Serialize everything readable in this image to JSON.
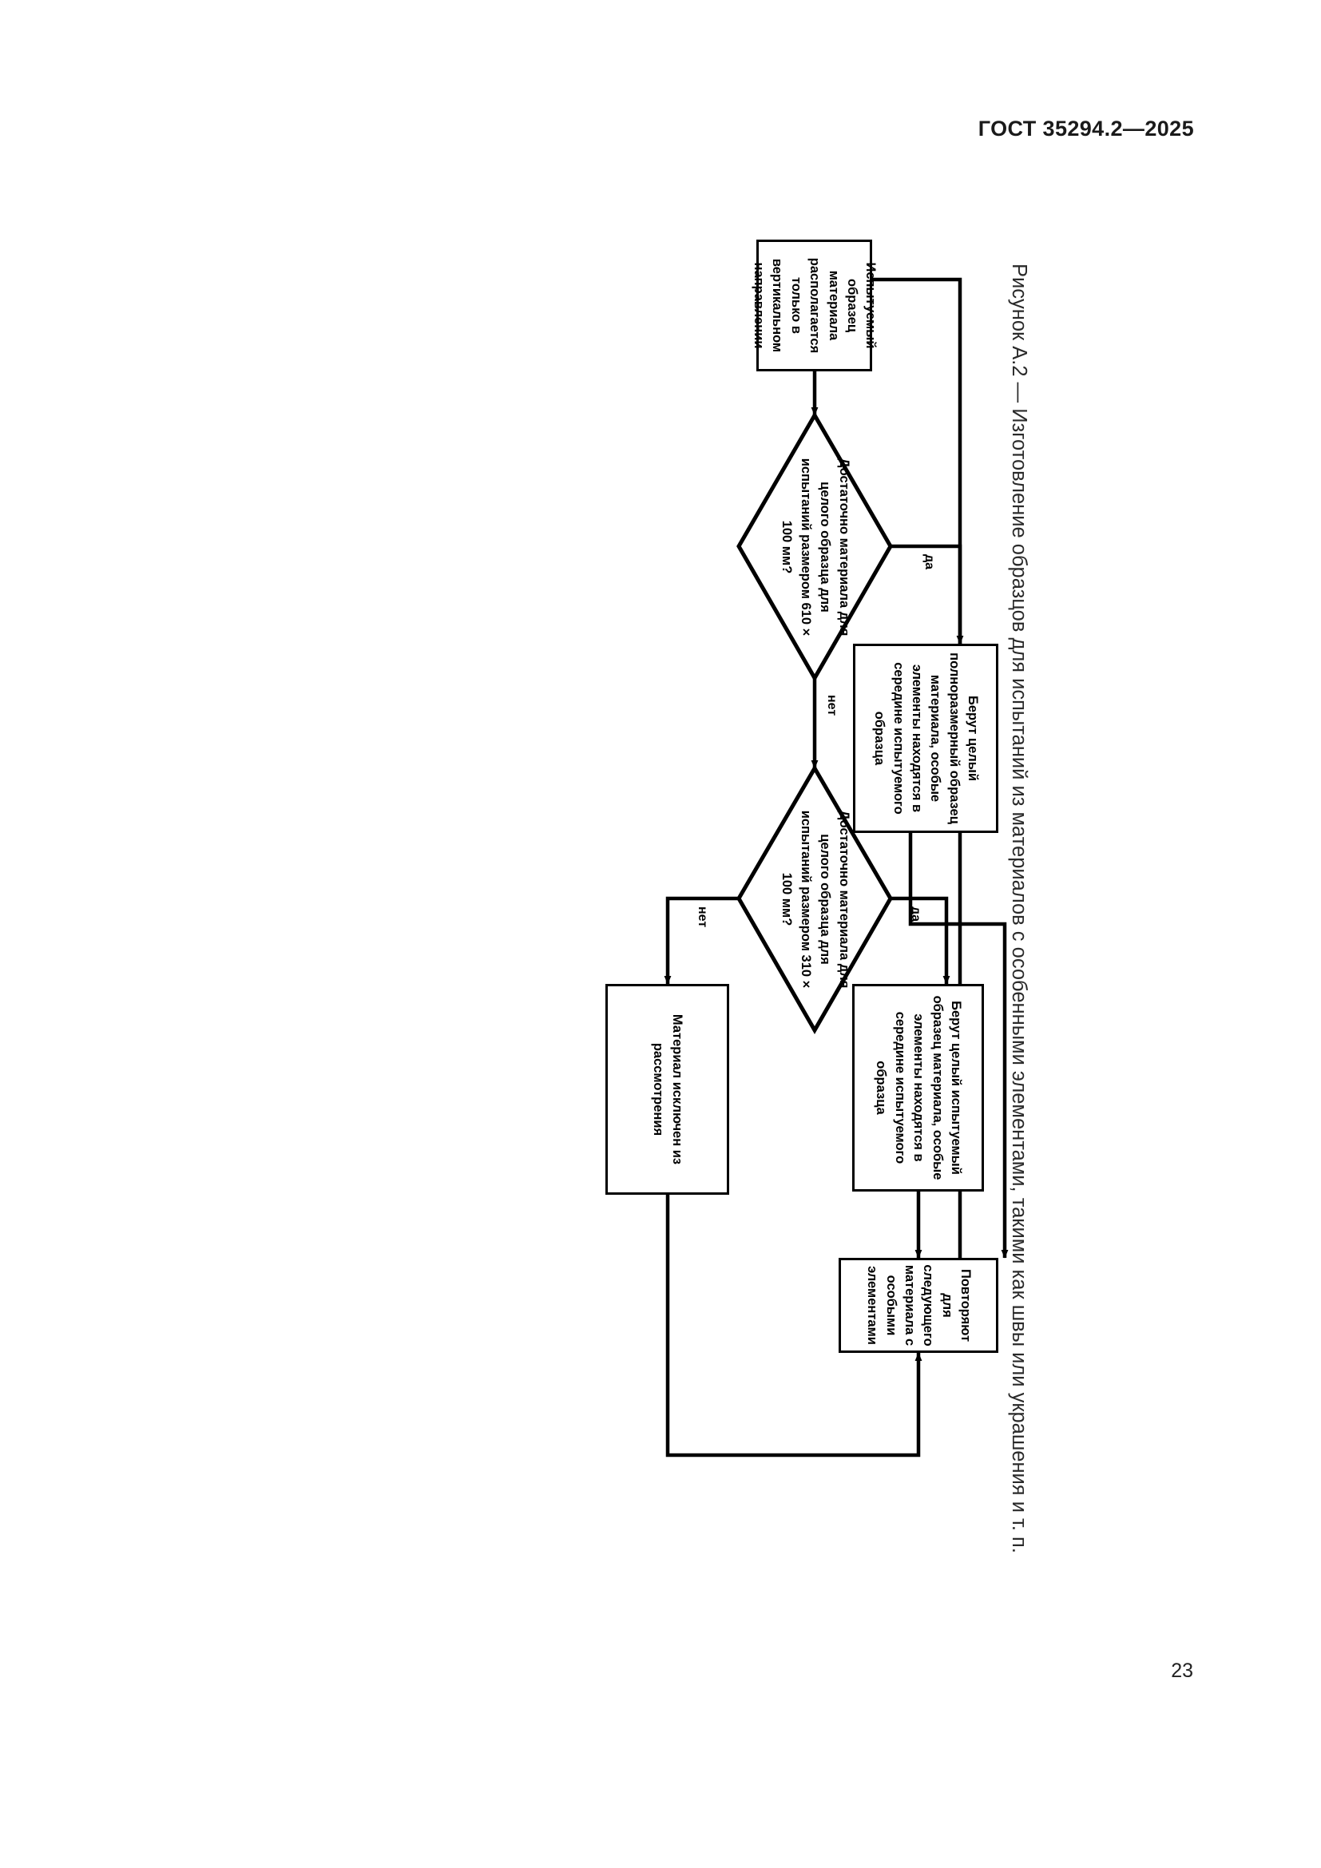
{
  "document": {
    "standard_header": "ГОСТ 35294.2—2025",
    "page_number": "23",
    "figure_caption": "Рисунок А.2 — Изготовление образцов для испытаний из материалов с особенными элементами, такими как швы или украшения и т. п."
  },
  "chart_data": {
    "type": "diagram",
    "title": "Рисунок А.2 — Изготовление образцов для испытаний из материалов с особенными элементами, такими как швы или украшения и т. п.",
    "orientation": "rotated-90-landscape-on-portrait-page",
    "nodes": [
      {
        "id": "start",
        "shape": "rectangle",
        "text": "Испытуемый образец материала располагается только в вертикальном направлении"
      },
      {
        "id": "d610",
        "shape": "diamond",
        "text": "Достаточно материала для целого образца для испытаний размером 610 × 100 мм?"
      },
      {
        "id": "full610",
        "shape": "rectangle",
        "text": "Берут целый полноразмерный образец материала, особые элементы находятся в середине испытуемого образца"
      },
      {
        "id": "d310",
        "shape": "diamond",
        "text": "Достаточно материала для целого образца для испытаний размером 310 × 100 мм?"
      },
      {
        "id": "full310",
        "shape": "rectangle",
        "text": "Берут целый испытуемый образец материала, особые элементы находятся в середине испытуемого образца"
      },
      {
        "id": "excluded",
        "shape": "rectangle",
        "text": "Материал исключен из рассмотрения"
      },
      {
        "id": "repeat",
        "shape": "rectangle",
        "text": "Повторяют для следующего материала с особыми элементами"
      }
    ],
    "edges": [
      {
        "from": "start",
        "to": "d610",
        "label": ""
      },
      {
        "from": "d610",
        "to": "full610",
        "label": "да"
      },
      {
        "from": "d610",
        "to": "d310",
        "label": "нет"
      },
      {
        "from": "d310",
        "to": "full310",
        "label": "да"
      },
      {
        "from": "d310",
        "to": "excluded",
        "label": "нет"
      },
      {
        "from": "full610",
        "to": "repeat",
        "label": ""
      },
      {
        "from": "full310",
        "to": "repeat",
        "label": ""
      },
      {
        "from": "excluded",
        "to": "repeat",
        "label": ""
      },
      {
        "from": "repeat",
        "to": "start",
        "label": ""
      }
    ],
    "labels": {
      "yes": "да",
      "no": "нет"
    }
  },
  "nodes": {
    "start": "Испытуемый образец материала располагается только в вертикальном направлении",
    "d610_l1": "Достаточно  материала",
    "d610_l2": "для целого образца",
    "d610_l3": "для испытаний размером",
    "d610_l4": "610 × 100 мм?",
    "d310_l1": "Достаточно  материала",
    "d310_l2": "для целого образца  для",
    "d310_l3": "испытаний  размером",
    "d310_l4": "310 × 100 мм?",
    "full610": "Берут целый полноразмерный  образец материала, особые элементы находятся в середине испытуемого образца",
    "full310": "Берут целый испытуемый образец материала, особые элементы находятся в середине испытуемого образца",
    "excluded": "Материал исключен из рассмотрения",
    "repeat": "Повторяют для следующего материала с особыми элементами"
  },
  "edge_labels": {
    "yes_610": "да",
    "no_610": "нет",
    "yes_310": "да",
    "no_310": "нет"
  }
}
